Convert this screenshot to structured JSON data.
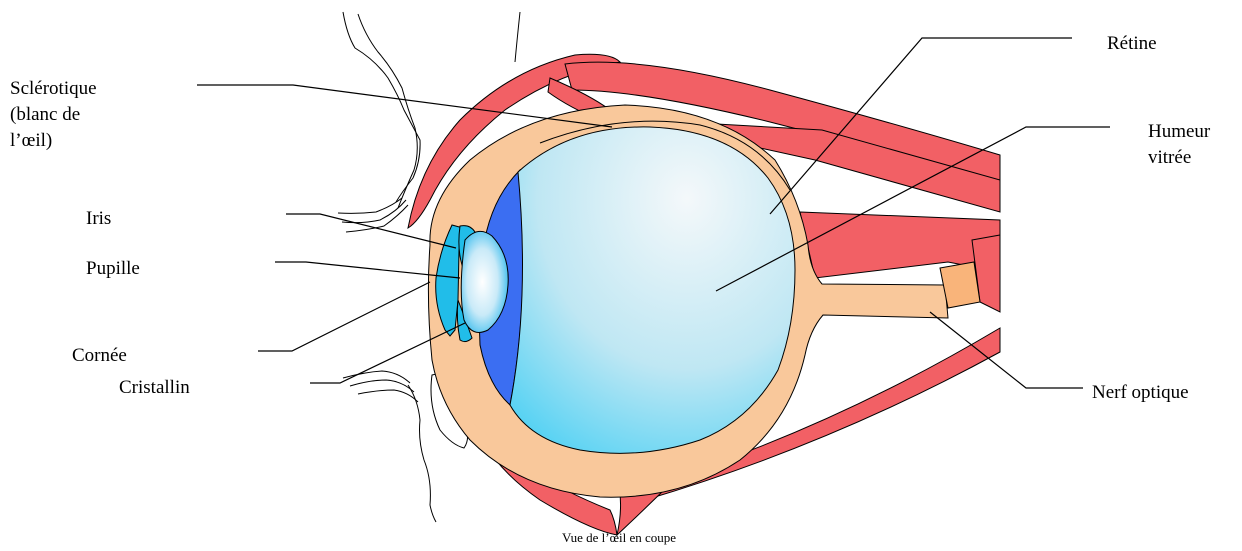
{
  "labels": {
    "sclerotique": [
      "Sclérotique",
      "(blanc de",
      "l’œil)"
    ],
    "iris": "Iris",
    "pupille": "Pupille",
    "cornee": "Cornée",
    "cristallin": "Cristallin",
    "retine": "Rétine",
    "humeur": [
      "Humeur",
      "vitrée"
    ],
    "nerf": "Nerf optique"
  },
  "caption": "Vue de l’œil en coupe",
  "colors": {
    "muscle": "#f26065",
    "sclera": "#f9c89b",
    "iris": "#21bde9",
    "vitreous_light": "#eef5f8",
    "vitreous_dark": "#52d3f4",
    "anterior_chamber": "#3b6ef2",
    "nerve_tip": "#f9b47a",
    "outline": "#000000"
  }
}
